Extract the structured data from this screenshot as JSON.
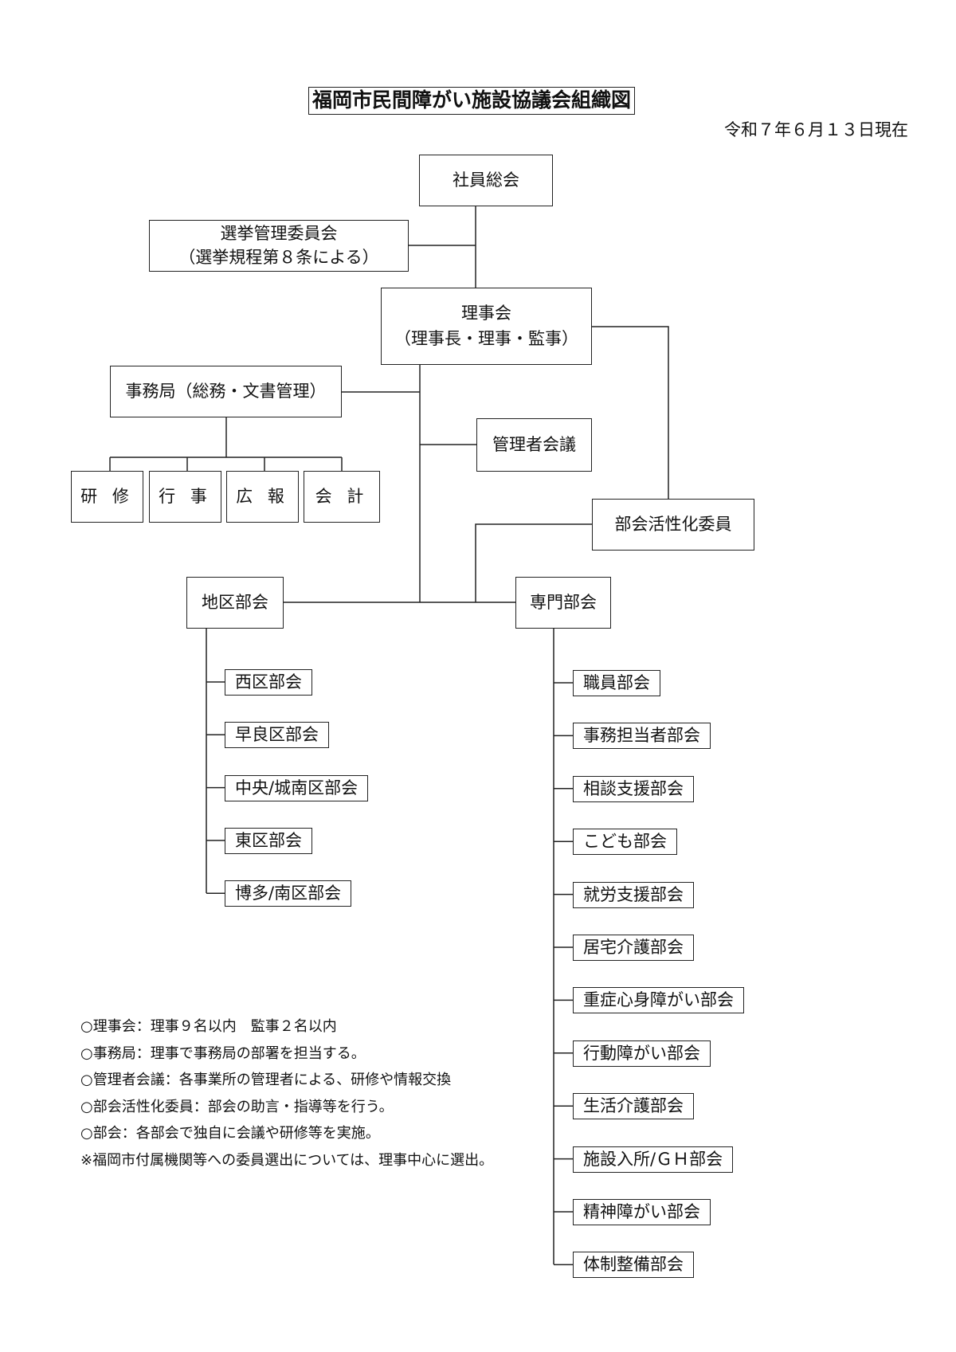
{
  "title": "福岡市民間障がい施設協議会組織図",
  "date": "令和７年６月１３日現在",
  "general_assembly": "社員総会",
  "election_committee": {
    "line1": "選挙管理委員会",
    "line2": "（選挙規程第８条による）"
  },
  "board": {
    "line1": "理事会",
    "line2": "（理事長・理事・監事）"
  },
  "secretariat": "事務局（総務・文書管理）",
  "secretariat_units": [
    "研 修",
    "行 事",
    "広 報",
    "会 計"
  ],
  "managers_meeting": "管理者会議",
  "activation_committee": "部会活性化委員",
  "district": {
    "label": "地区部会",
    "children": [
      "西区部会",
      "早良区部会",
      "中央/城南区部会",
      "東区部会",
      "博多/南区部会"
    ]
  },
  "specialty": {
    "label": "専門部会",
    "children": [
      "職員部会",
      "事務担当者部会",
      "相談支援部会",
      "こども部会",
      "就労支援部会",
      "居宅介護部会",
      "重症心身障がい部会",
      "行動障がい部会",
      "生活介護部会",
      "施設入所/ＧＨ部会",
      "精神障がい部会",
      "体制整備部会"
    ]
  },
  "notes": [
    "○理事会：理事９名以内　監事２名以内",
    "○事務局：理事で事務局の部署を担当する。",
    "○管理者会議：各事業所の管理者による、研修や情報交換",
    "○部会活性化委員：部会の助言・指導等を行う。",
    "○部会：各部会で独自に会議や研修等を実施。",
    "※福岡市付属機関等への委員選出については、理事中心に選出。"
  ]
}
